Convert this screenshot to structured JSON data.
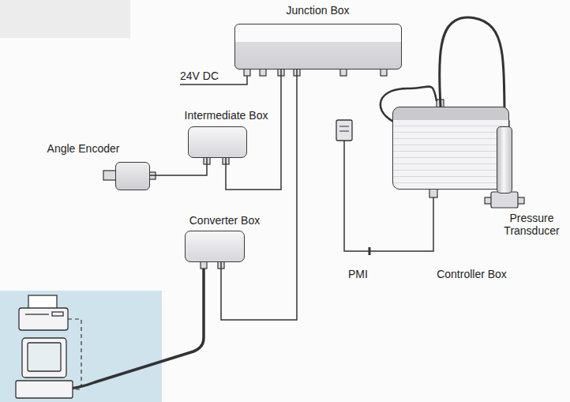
{
  "diagram": {
    "nodes": [
      {
        "text": [
          "Junction Box"
        ]
      },
      {
        "text": [
          "Intermediate Box"
        ]
      },
      {
        "text": [
          "Angle Encoder"
        ]
      },
      {
        "text": [
          "Converter Box"
        ]
      },
      {
        "text": [
          "Controller Box"
        ]
      },
      {
        "text": [
          "Pressure Transducer"
        ]
      }
    ],
    "edges": [
      {
        "from": 0,
        "to": 1,
        "arrow": "none"
      },
      {
        "from": 1,
        "to": 2,
        "arrow": "none"
      },
      {
        "from": 0,
        "to": 3,
        "arrow": "none"
      },
      {
        "from": 4,
        "to": 5,
        "arrow": "none"
      }
    ],
    "labels": [
      "24V DC",
      "PMI"
    ]
  }
}
